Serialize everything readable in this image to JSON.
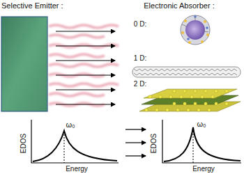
{
  "diagram": {
    "labels": [
      "Selective Emitter :",
      "Electronic Absorber :",
      "0 D:",
      "1 D:",
      "2 D:",
      "EDOS",
      "ω₀",
      "Energy",
      "EDOS",
      "ω₀",
      "Energy"
    ]
  }
}
